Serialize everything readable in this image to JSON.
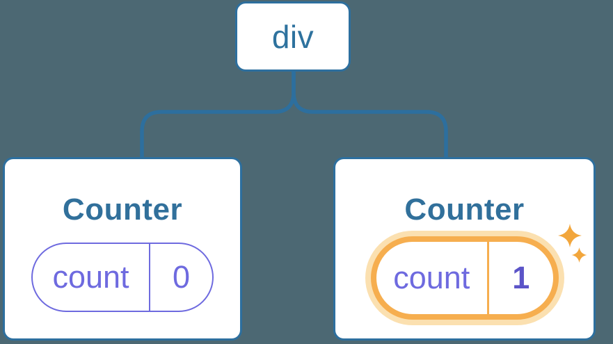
{
  "colors": {
    "background": "#4C6873",
    "line_blue": "#2D6F9E",
    "root_text_blue": "#2E729E",
    "title_blue": "#31709B",
    "state_purple": "#6E6ADF",
    "value_bold_purple": "#5B54C8",
    "highlight_orange": "#F6AE4F",
    "highlight_glow": "#FBE0B0",
    "sparkle_orange": "#F2A63C",
    "card_fill": "#ffffff"
  },
  "tree": {
    "root": {
      "label": "div"
    },
    "children": [
      {
        "title": "Counter",
        "state_key": "count",
        "state_value": "0",
        "highlighted": false
      },
      {
        "title": "Counter",
        "state_key": "count",
        "state_value": "1",
        "highlighted": true
      }
    ]
  }
}
